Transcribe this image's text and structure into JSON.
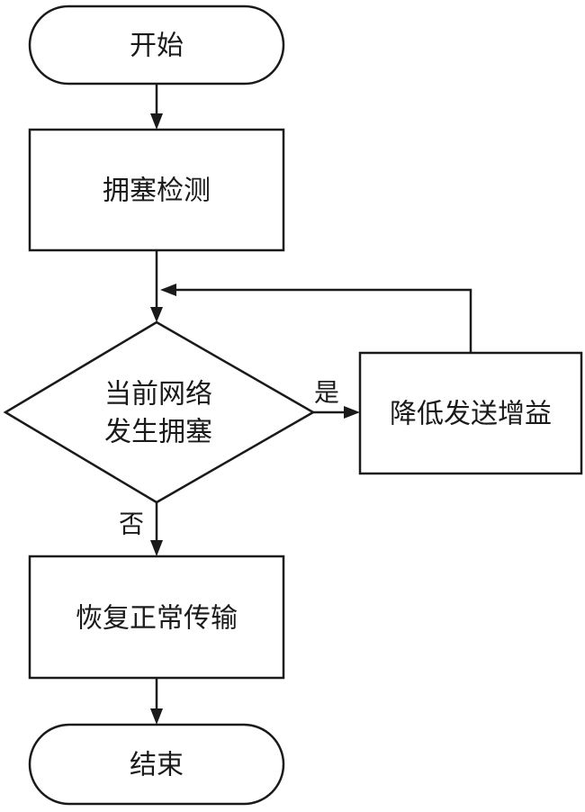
{
  "diagram": {
    "nodes": {
      "start": "开始",
      "congestion_detect": "拥塞检测",
      "decision_line1": "当前网络",
      "decision_line2": "发生拥塞",
      "reduce_gain": "降低发送增益",
      "resume_transmission": "恢复正常传输",
      "end": "结束"
    },
    "edges": {
      "yes": "是",
      "no": "否"
    }
  }
}
